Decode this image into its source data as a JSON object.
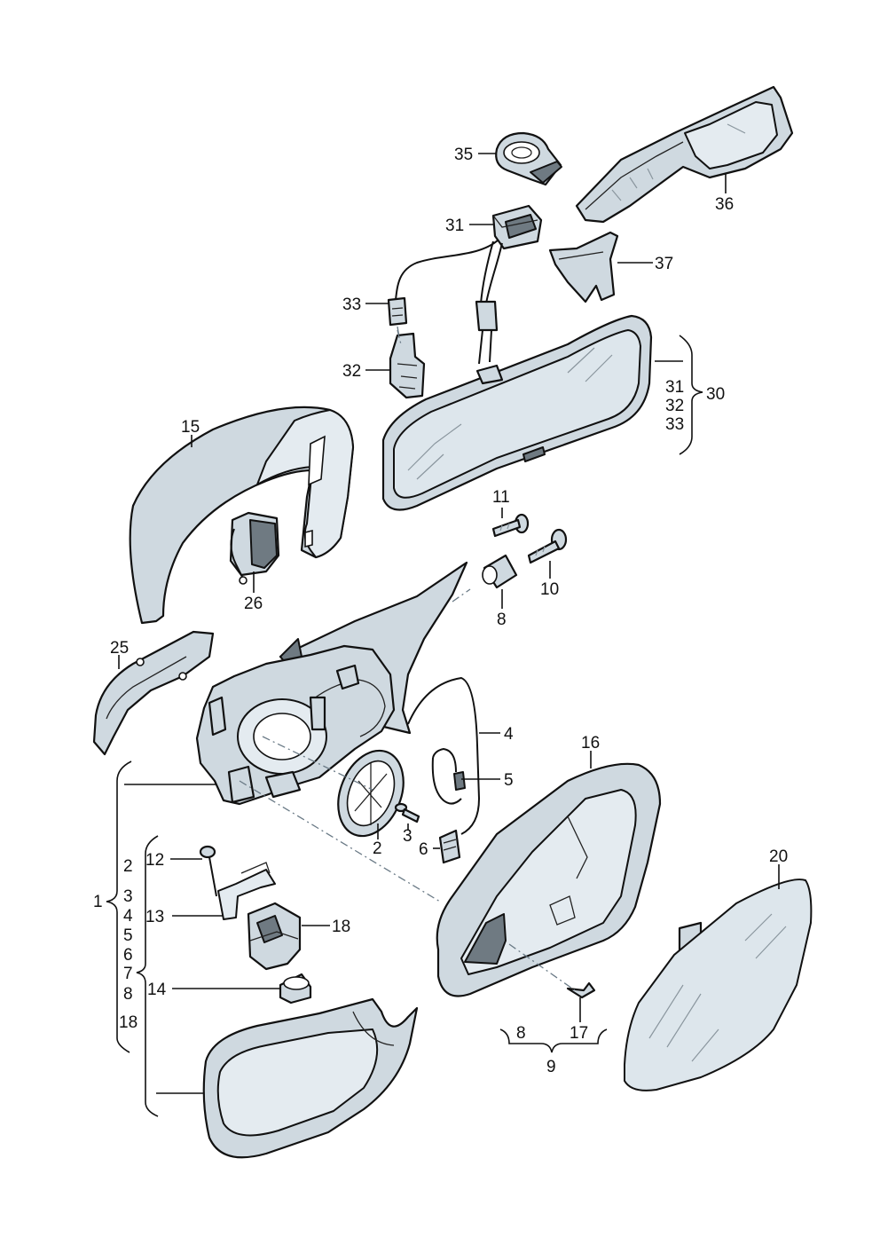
{
  "callouts": {
    "c35": "35",
    "c36": "36",
    "c31": "31",
    "c37": "37",
    "c33": "33",
    "c32": "32",
    "c30": "30",
    "c15": "15",
    "c26": "26",
    "c11": "11",
    "c10": "10",
    "c8": "8",
    "c25": "25",
    "c4": "4",
    "c5": "5",
    "c16": "16",
    "c2": "2",
    "c3": "3",
    "c6": "6",
    "c12": "12",
    "c13": "13",
    "c18": "18",
    "c14": "14",
    "c20": "20",
    "c1": "1",
    "c8b": "8",
    "c17": "17",
    "c9": "9"
  },
  "groups": {
    "group30": [
      "31",
      "32",
      "33"
    ],
    "group1": [
      "2",
      "3",
      "4",
      "5",
      "6",
      "7",
      "8",
      "18"
    ],
    "group9": [
      "8",
      "17"
    ]
  },
  "colors": {
    "part": "#cfd9e0",
    "outline": "#111111",
    "shade": "#6f7a82"
  }
}
